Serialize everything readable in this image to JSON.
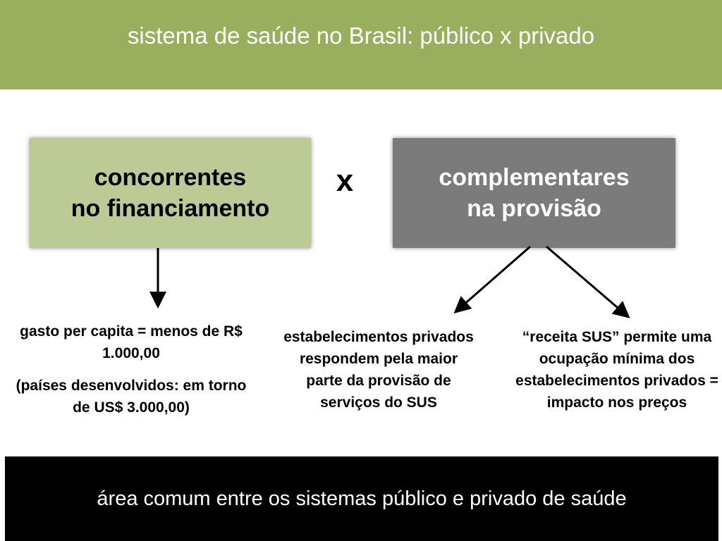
{
  "title": "sistema de saúde no Brasil: público x privado",
  "box_left": {
    "line1": "concorrentes",
    "line2": "no financiamento"
  },
  "versus": "x",
  "box_right": {
    "line1": "complementares",
    "line2": "na provisão"
  },
  "left_text": {
    "p1": "gasto per capita = menos de R$ 1.000,00",
    "p2": "(países desenvolvidos: em torno de US$ 3.000,00)"
  },
  "middle_text": "estabelecimentos privados respondem pela maior parte da provisão de serviços do SUS",
  "right_text": "“receita SUS” permite uma ocupação mínima dos estabelecimentos privados = impacto nos preços",
  "footer": "área comum entre os sistemas público e privado de saúde",
  "colors": {
    "header": "#9aaf5e",
    "box_left": "#bccb95",
    "box_right": "#7b7b7b",
    "footer": "#000000"
  }
}
